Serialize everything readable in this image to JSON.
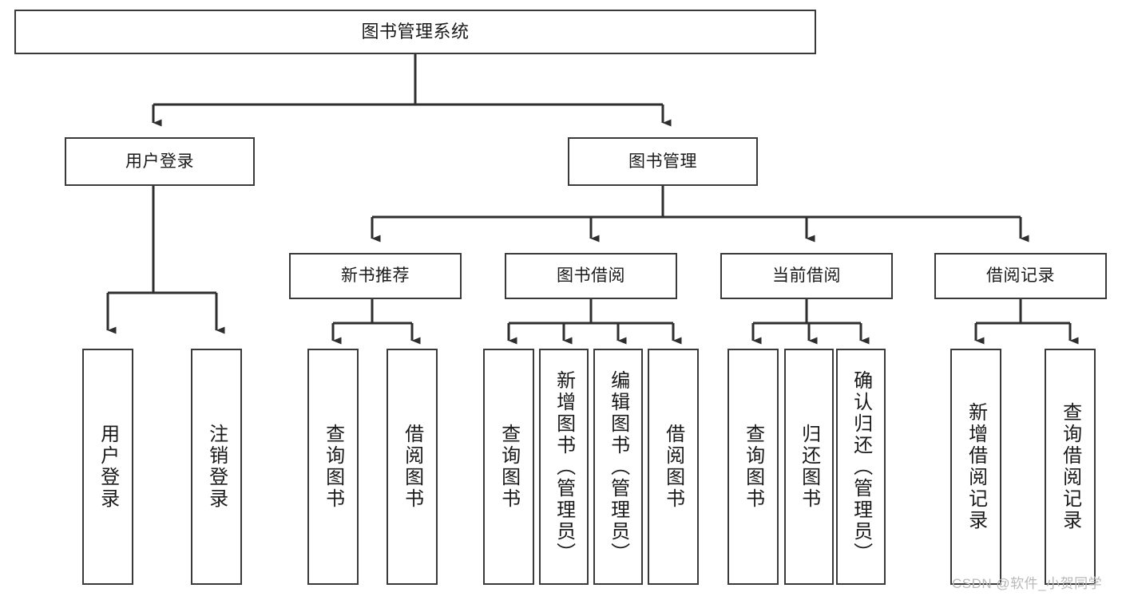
{
  "diagram": {
    "kind": "tree-hierarchy-chart",
    "title": "图书管理系统",
    "watermark": "CSDN @软件_小贺同学",
    "accent_colors": {
      "box_border": "#3a3a3a",
      "edge": "#2e2e2e",
      "background": "#ffffff",
      "text": "#1a1a1a",
      "watermark": "#b9b9b9"
    },
    "nodes": {
      "root": {
        "label": "图书管理系统"
      },
      "level2": [
        {
          "label": "用户登录"
        },
        {
          "label": "图书管理"
        }
      ],
      "level3": [
        {
          "label": "新书推荐"
        },
        {
          "label": "图书借阅"
        },
        {
          "label": "当前借阅"
        },
        {
          "label": "借阅记录"
        }
      ],
      "leaves_user_login": [
        {
          "label": "用户登录"
        },
        {
          "label": "注销登录"
        }
      ],
      "leaves_new_book": [
        {
          "label": "查询图书"
        },
        {
          "label": "借阅图书"
        }
      ],
      "leaves_book_borrow": [
        {
          "label": "查询图书"
        },
        {
          "label": "新增图书（管理员）"
        },
        {
          "label": "编辑图书（管理员）"
        },
        {
          "label": "借阅图书"
        }
      ],
      "leaves_current_borrow": [
        {
          "label": "查询图书"
        },
        {
          "label": "归还图书"
        },
        {
          "label": "确认归还（管理员）"
        }
      ],
      "leaves_borrow_record": [
        {
          "label": "新增借阅记录"
        },
        {
          "label": "查询借阅记录"
        }
      ]
    }
  }
}
